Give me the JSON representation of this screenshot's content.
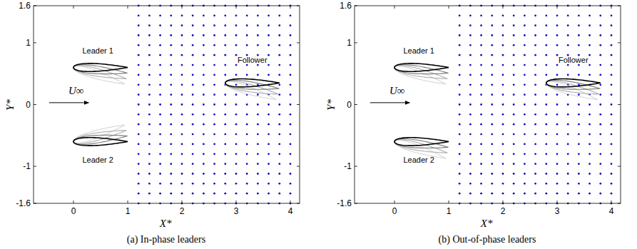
{
  "diagram": {
    "labels": [
      "1.6",
      "1",
      "0",
      "-1",
      "-1.6",
      "0",
      "1",
      "2",
      "3",
      "4",
      "Y*",
      "X*",
      "Leader 1",
      "Leader 2",
      "Follower",
      "U∞",
      "(a) In-phase leaders",
      "1.6",
      "1",
      "0",
      "-1",
      "-1.6",
      "0",
      "1",
      "2",
      "3",
      "4",
      "Y*",
      "X*",
      "Leader 1",
      "Leader 2",
      "Follower",
      "U∞",
      "(b) Out-of-phase leaders"
    ]
  }
}
